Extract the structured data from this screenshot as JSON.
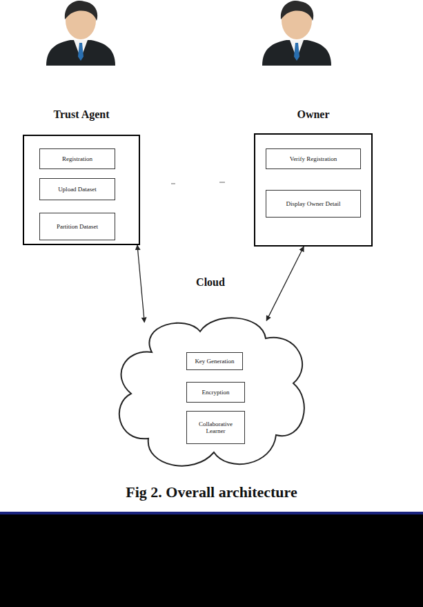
{
  "diagram": {
    "caption": "Fig 2. Overall architecture",
    "nodes": [
      {
        "text": [
          "Trust Agent"
        ]
      },
      {
        "text": [
          "Registration"
        ],
        "in": 0
      },
      {
        "text": [
          "Upload Dataset"
        ],
        "in": 0
      },
      {
        "text": [
          "Partition Dataset"
        ],
        "in": 0
      },
      {
        "text": [
          "Owner"
        ]
      },
      {
        "text": [
          "Verify Registration"
        ],
        "in": 4
      },
      {
        "text": [
          "Display Owner Detail"
        ],
        "in": 4
      },
      {
        "text": [
          "Cloud"
        ]
      },
      {
        "text": [
          "Key Generation"
        ],
        "in": 7
      },
      {
        "text": [
          "Encryption"
        ],
        "in": 7
      },
      {
        "text": [
          "Collaborative Learner"
        ],
        "in": 7
      }
    ],
    "edges": [
      {
        "from": 0,
        "to": 7,
        "arrow": "both"
      },
      {
        "from": 4,
        "to": 7,
        "arrow": "both"
      }
    ]
  }
}
